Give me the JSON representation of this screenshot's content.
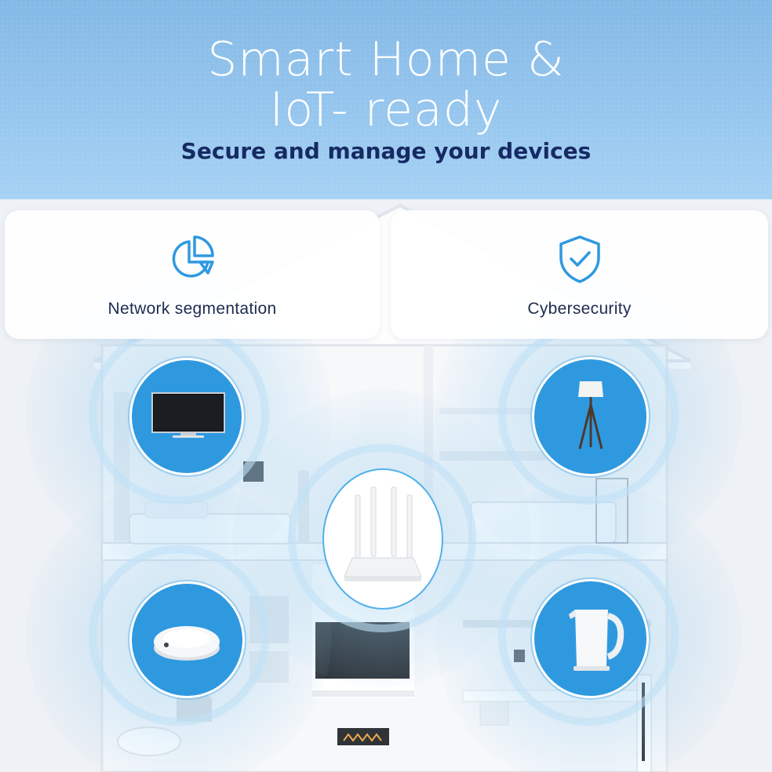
{
  "header": {
    "title_line1": "Smart Home &",
    "title_line2": "IoT- ready",
    "subtitle": "Secure and manage your devices"
  },
  "features": [
    {
      "label": "Network segmentation",
      "icon": "pie-chart-icon"
    },
    {
      "label": "Cybersecurity",
      "icon": "shield-check-icon"
    }
  ],
  "devices": [
    {
      "icon": "tv-icon"
    },
    {
      "icon": "floor-lamp-icon"
    },
    {
      "icon": "wifi-router-icon"
    },
    {
      "icon": "smoke-detector-icon"
    },
    {
      "icon": "electric-kettle-icon"
    }
  ],
  "colors": {
    "banner": "#8fc1ec",
    "title": "#ffffff",
    "subtitle": "#162a63",
    "accent": "#2f99e0",
    "wave": "#9fd1f0",
    "card_text": "#1d2b4f"
  }
}
